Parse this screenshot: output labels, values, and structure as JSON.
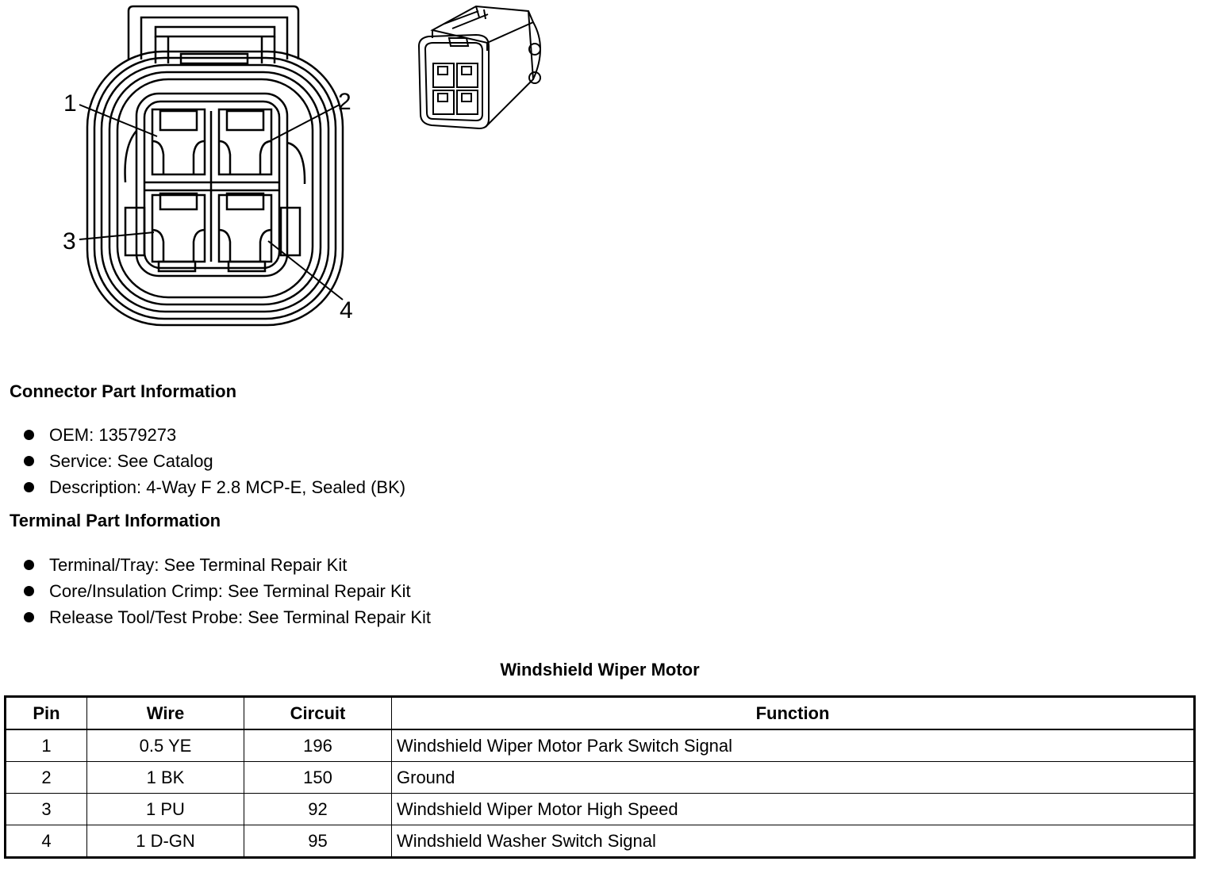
{
  "diagram": {
    "pin_labels": [
      "1",
      "2",
      "3",
      "4"
    ]
  },
  "connector_info": {
    "heading": "Connector Part Information",
    "items": [
      "OEM: 13579273",
      "Service: See Catalog",
      "Description: 4-Way F 2.8 MCP-E, Sealed (BK)"
    ]
  },
  "terminal_info": {
    "heading": "Terminal Part Information",
    "items": [
      "Terminal/Tray: See Terminal Repair Kit",
      "Core/Insulation Crimp: See Terminal Repair Kit",
      "Release Tool/Test Probe: See Terminal Repair Kit"
    ]
  },
  "table": {
    "title": "Windshield Wiper Motor",
    "headers": [
      "Pin",
      "Wire",
      "Circuit",
      "Function"
    ],
    "rows": [
      [
        "1",
        "0.5 YE",
        "196",
        "Windshield Wiper Motor Park Switch Signal"
      ],
      [
        "2",
        "1 BK",
        "150",
        "Ground"
      ],
      [
        "3",
        "1 PU",
        "92",
        "Windshield Wiper Motor High Speed"
      ],
      [
        "4",
        "1 D-GN",
        "95",
        "Windshield Washer Switch Signal"
      ]
    ]
  }
}
